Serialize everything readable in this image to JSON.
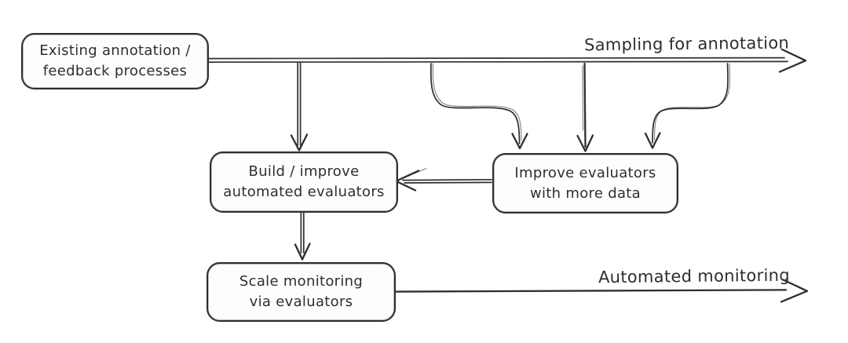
{
  "canvas": {
    "background": "#ffffff",
    "stroke": "#2e2e2e",
    "style": "hand-drawn flowchart"
  },
  "nodes": {
    "existing": {
      "label": "Existing annotation /\nfeedback processes"
    },
    "build": {
      "label": "Build / improve\nautomated evaluators"
    },
    "improve": {
      "label": "Improve evaluators\nwith more data"
    },
    "scale": {
      "label": "Scale monitoring\nvia evaluators"
    }
  },
  "edges": {
    "sampling": {
      "label": "Sampling for annotation",
      "from": "existing",
      "to": "right-edge",
      "style": "double-line-right-arrow"
    },
    "drop_to_build": {
      "from": "sampling-line",
      "to": "build",
      "style": "double-line-down-arrow"
    },
    "curve_left_to_improve": {
      "from": "sampling-line",
      "to": "improve",
      "style": "curved-down-arrow"
    },
    "drop_to_improve": {
      "from": "sampling-line",
      "to": "improve",
      "style": "straight-down-arrow"
    },
    "curve_right_to_improve": {
      "from": "sampling-line",
      "to": "improve",
      "style": "curved-down-arrow"
    },
    "improve_to_build": {
      "from": "improve",
      "to": "build",
      "style": "double-line-left-arrow"
    },
    "build_to_scale": {
      "from": "build",
      "to": "scale",
      "style": "double-line-down-arrow"
    },
    "monitoring": {
      "label": "Automated monitoring",
      "from": "scale",
      "to": "right-edge",
      "style": "single-line-right-arrow"
    }
  }
}
